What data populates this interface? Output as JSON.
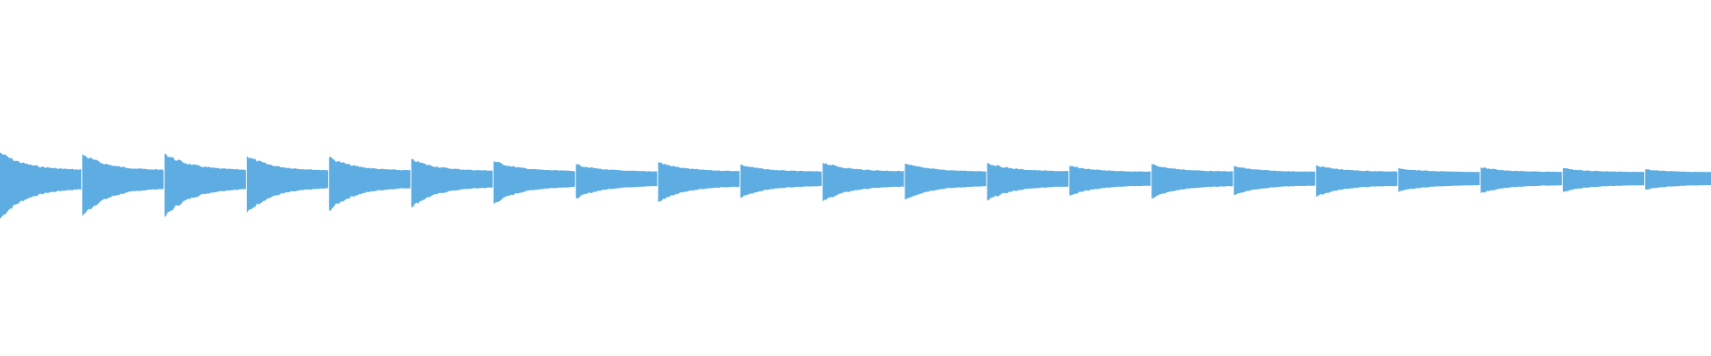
{
  "waveform": {
    "color": "#5dade2",
    "background": "#ffffff",
    "beat_count": 21,
    "peak_amplitudes": [
      1.0,
      0.92,
      0.95,
      0.82,
      0.75,
      0.65,
      0.55,
      0.38,
      0.5,
      0.36,
      0.48,
      0.42,
      0.45,
      0.3,
      0.38,
      0.28,
      0.33,
      0.18,
      0.22,
      0.18,
      0.12
    ],
    "decay_ratio": 0.12
  }
}
